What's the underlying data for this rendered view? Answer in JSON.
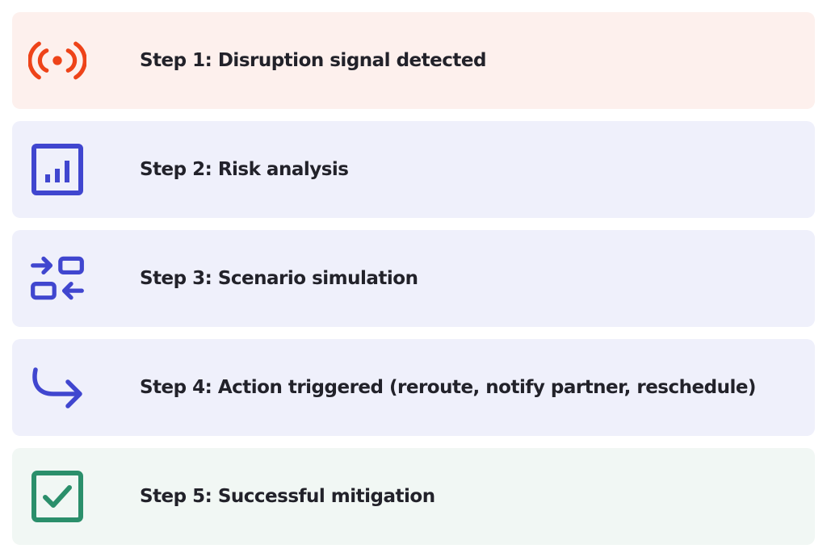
{
  "steps": [
    {
      "label": "Step 1: Disruption signal detected",
      "icon": "broadcast-signal-icon",
      "background": "#fdf0ed",
      "icon_color": "#ee4319"
    },
    {
      "label": "Step 2: Risk analysis",
      "icon": "bar-chart-icon",
      "background": "#eff0fb",
      "icon_color": "#4046cf"
    },
    {
      "label": "Step 3: Scenario simulation",
      "icon": "swap-arrows-icon",
      "background": "#eff0fb",
      "icon_color": "#4046cf"
    },
    {
      "label": "Step 4: Action triggered (reroute, notify partner, reschedule)",
      "icon": "redirect-arrow-icon",
      "background": "#eff0fb",
      "icon_color": "#4046cf"
    },
    {
      "label": "Step 5: Successful mitigation",
      "icon": "checkbox-checked-icon",
      "background": "#f1f7f4",
      "icon_color": "#2b8f6b"
    }
  ]
}
